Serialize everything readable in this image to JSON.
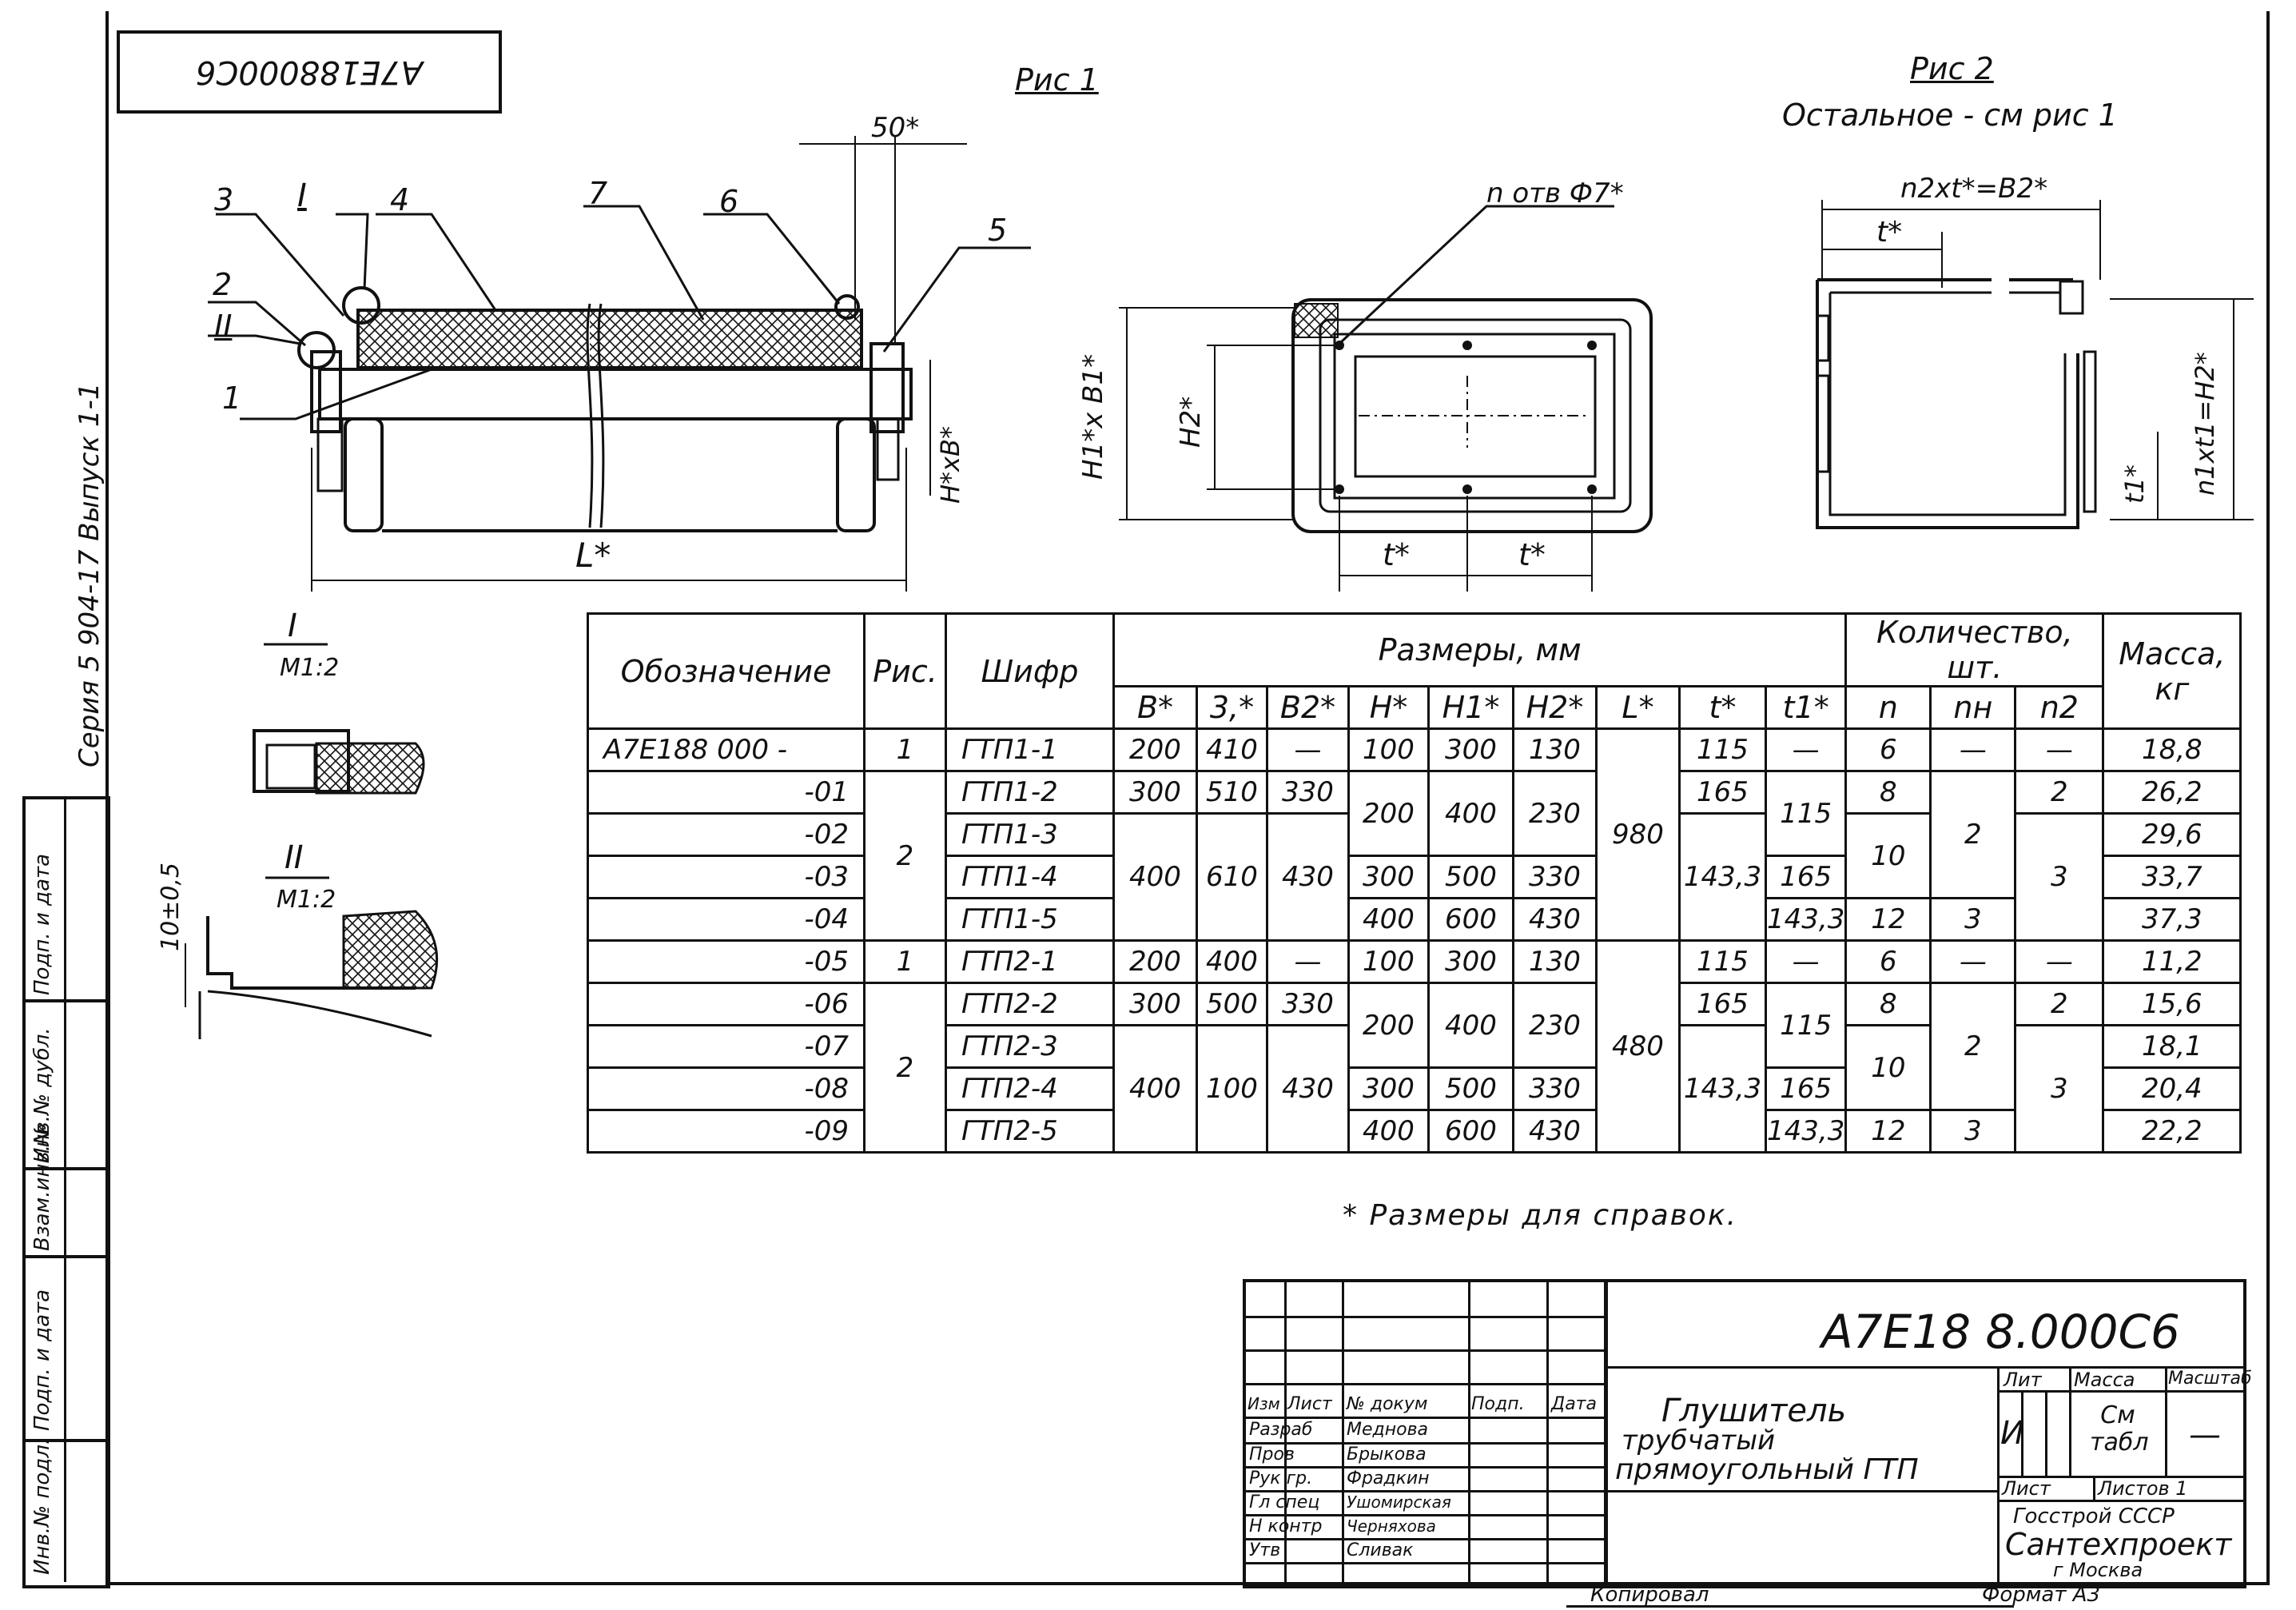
{
  "stamp": "A7E188000C6",
  "side": {
    "series": "Серия 5 904-17  Выпуск 1-1",
    "cells": [
      "Инв.№ подл.",
      "Подп. и дата",
      "Взам.инв.№",
      "Инв.№ дубл.",
      "Подп. и дата"
    ]
  },
  "fig1": {
    "title": "Рис 1",
    "callouts": [
      "3",
      "I",
      "4",
      "7",
      "6",
      "5",
      "2",
      "II",
      "1"
    ],
    "dim_top": "50*",
    "dim_length": "L*",
    "dim_height": "H*xB*",
    "detail1_label": "I",
    "detail1_scale": "M1:2",
    "detail2_label": "II",
    "detail2_scale": "M1:2",
    "detail2_dim": "10±0,5"
  },
  "fig_front": {
    "holes_label": "n отв Ф7*",
    "dim_h1": "H1*x B1*",
    "dim_h2": "H2*",
    "dim_t_left": "t*",
    "dim_t_right": "t*"
  },
  "fig2": {
    "title": "Рис 2",
    "subtitle": "Остальное - см рис 1",
    "dim_top": "n2xt*=B2*",
    "dim_t": "t*",
    "dim_t1": "t1*",
    "dim_right": "n1xt1=H2*"
  },
  "table": {
    "headers": {
      "designation": "Обозначение",
      "fig": "Рис.",
      "code": "Шифр",
      "sizes": "Размеры, мм",
      "quantity": "Количество, шт.",
      "mass": "Масса, кг",
      "cols": [
        "B*",
        "3,*",
        "B2*",
        "H*",
        "H1*",
        "H2*",
        "L*",
        "t*",
        "t1*",
        "n",
        "nн",
        "n2"
      ]
    },
    "rows": [
      [
        "A7E188 000 -",
        "ГТП1-1",
        "200",
        "410",
        "—",
        "100",
        "300",
        "130",
        "115",
        "—",
        "6",
        "—",
        "—",
        "18,8"
      ],
      [
        "-01",
        "ГТП1-2",
        "300",
        "510",
        "330",
        "",
        "",
        "",
        "165",
        "",
        "8",
        "",
        "2",
        "26,2"
      ],
      [
        "-02",
        "ГТП1-3",
        "",
        "",
        "",
        "",
        "",
        "",
        "",
        "",
        "",
        "",
        "",
        "29,6"
      ],
      [
        "-03",
        "ГТП1-4",
        "",
        "",
        "",
        "300",
        "500",
        "330",
        "",
        "165",
        "",
        "",
        "",
        "33,7"
      ],
      [
        "-04",
        "ГТП1-5",
        "",
        "",
        "",
        "400",
        "600",
        "430",
        "",
        "143,3",
        "12",
        "3",
        "",
        "37,3"
      ],
      [
        "-05",
        "ГТП2-1",
        "200",
        "400",
        "—",
        "100",
        "300",
        "130",
        "115",
        "—",
        "6",
        "—",
        "—",
        "11,2"
      ],
      [
        "-06",
        "ГТП2-2",
        "300",
        "500",
        "330",
        "",
        "",
        "",
        "165",
        "",
        "8",
        "",
        "2",
        "15,6"
      ],
      [
        "-07",
        "ГТП2-3",
        "",
        "",
        "",
        "",
        "",
        "",
        "",
        "",
        "",
        "",
        "",
        "18,1"
      ],
      [
        "-08",
        "ГТП2-4",
        "",
        "",
        "",
        "300",
        "500",
        "330",
        "",
        "165",
        "",
        "",
        "",
        "20,4"
      ],
      [
        "-09",
        "ГТП2-5",
        "",
        "",
        "",
        "400",
        "600",
        "430",
        "",
        "143,3",
        "12",
        "3",
        "",
        "22,2"
      ]
    ],
    "merged": {
      "fig_1a": "1",
      "fig_2a": "2",
      "fig_1b": "1",
      "fig_2b": "2",
      "b_a": "400",
      "z_a": "610",
      "b2_a": "430",
      "h_a": "200",
      "h1_a": "400",
      "h2_a": "230",
      "l_a": "980",
      "t_a": "143,3",
      "t1_a": "115",
      "n_a": "10",
      "nn_a": "2",
      "n2_a": "3",
      "b_b": "400",
      "z_b": "100",
      "b2_b": "430",
      "h_b": "200",
      "h1_b": "400",
      "h2_b": "230",
      "l_b": "480",
      "t_b": "143,3",
      "t1_b": "115",
      "n_b": "10",
      "nn_b": "2",
      "n2_b": "3"
    }
  },
  "note": "* Размеры для справок.",
  "title_block": {
    "doc_number": "A7E18 8.000C6",
    "product_name_1": "Глушитель",
    "product_name_2": "трубчатый",
    "product_name_3": "прямоугольный ГТП",
    "col_headers": [
      "Изм",
      "Лист",
      "№ докум",
      "Подп.",
      "Дата"
    ],
    "signers": [
      [
        "Разраб",
        "Меднова"
      ],
      [
        "Пров",
        "Брыкова"
      ],
      [
        "Рук гр.",
        "Фрадкин"
      ],
      [
        "Гл спец",
        "Ушомирская"
      ],
      [
        "Н контр",
        "Черняхова"
      ],
      [
        "Утв",
        "Сливак"
      ]
    ],
    "lit_label": "Лит",
    "mass_label": "Масса",
    "scale_label": "Масштаб",
    "lit_value": "И",
    "mass_value": "См табл",
    "scale_value": "—",
    "sheet_label": "Лист",
    "sheets_label": "Листов 1",
    "org_1": "Госстрой СССР",
    "org_2": "Сантехпроект",
    "org_3": "г Москва"
  },
  "footer": {
    "copied": "Копировал",
    "format": "Формат А3"
  }
}
